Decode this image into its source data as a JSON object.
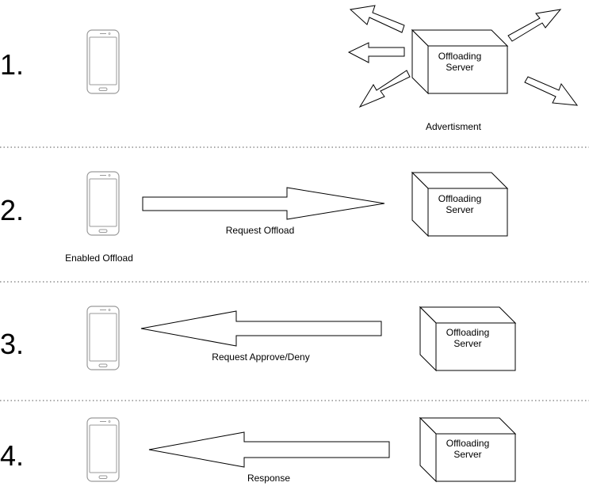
{
  "colors": {
    "stroke": "#000000",
    "phone_stroke": "#9a9a9a",
    "divider": "#555555",
    "fill": "#ffffff"
  },
  "icons": {
    "phone": "smartphone-icon",
    "server": "server-box-icon",
    "arrow": "hollow-arrow-icon"
  },
  "steps": [
    {
      "number": "1.",
      "server_line1": "Offloading",
      "server_line2": "Server",
      "caption": "Advertisment"
    },
    {
      "number": "2.",
      "server_line1": "Offloading",
      "server_line2": "Server",
      "caption": "Request Offload",
      "phone_caption": "Enabled Offload"
    },
    {
      "number": "3.",
      "server_line1": "Offloading",
      "server_line2": "Server",
      "caption": "Request Approve/Deny"
    },
    {
      "number": "4.",
      "server_line1": "Offloading",
      "server_line2": "Server",
      "caption": "Response"
    }
  ]
}
